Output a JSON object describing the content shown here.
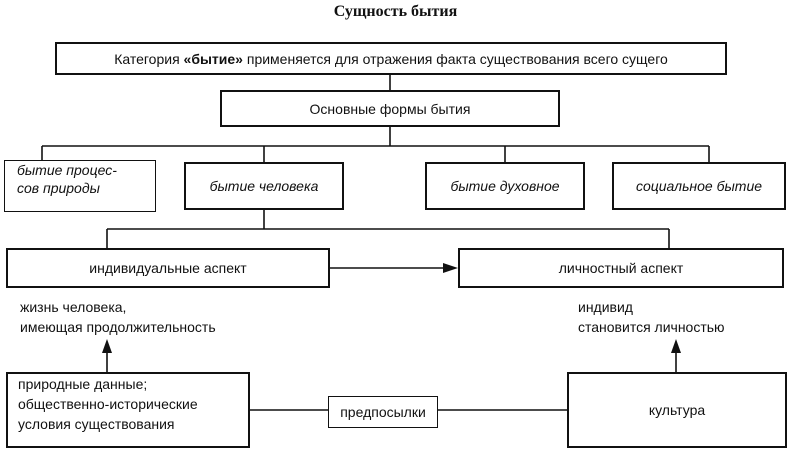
{
  "title": "Сущность бытия",
  "category": {
    "before": "Категория ",
    "keyword": "«бытие»",
    "after": " применяется для отражения факта существования всего сущего"
  },
  "main_forms": "Основные формы бытия",
  "forms": {
    "nature_line1": "бытие процес-",
    "nature_line2": "сов природы",
    "human": "бытие человека",
    "spiritual": "бытие духовное",
    "social": "социальное бытие"
  },
  "aspects": {
    "individual": "индивидуальные аспект",
    "personal": "личностный аспект"
  },
  "notes": {
    "life_line1": "жизнь человека,",
    "life_line2": "имеющая продолжительность",
    "individ_line1": "индивид",
    "individ_line2": "становится личностью"
  },
  "bottom": {
    "data_line1": "природные данные;",
    "data_line2": "общественно-исторические",
    "data_line3": "условия существования",
    "prerequisites": "предпосылки",
    "culture": "культура"
  }
}
